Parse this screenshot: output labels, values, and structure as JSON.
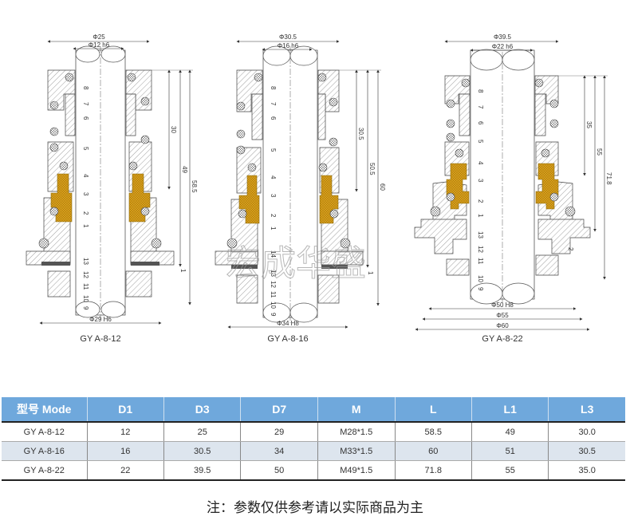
{
  "drawings": [
    {
      "caption": "GY A-8-12",
      "dims": {
        "top_outer": "Φ25",
        "top_shaft": "Φ12 h6",
        "bottom": "Φ29 H6",
        "h1": "30",
        "h2": "49",
        "h3": "58.5",
        "gap": "1"
      },
      "parts": [
        "8",
        "7",
        "6",
        "5",
        "4",
        "3",
        "2",
        "1",
        "13",
        "12",
        "11",
        "10",
        "9"
      ]
    },
    {
      "caption": "GY A-8-16",
      "dims": {
        "top_outer": "Φ30.5",
        "top_shaft": "Φ16 h6",
        "bottom": "Φ34 H8",
        "h1": "30.5",
        "h2": "50.5",
        "h3": "60",
        "gap": "1"
      },
      "parts": [
        "8",
        "7",
        "6",
        "5",
        "4",
        "3",
        "2",
        "1",
        "14",
        "13",
        "12",
        "11",
        "10",
        "9"
      ]
    },
    {
      "caption": "GY A-8-22",
      "dims": {
        "top_outer": "Φ39.5",
        "top_shaft": "Φ22 h6",
        "bottom1": "Φ50 H8",
        "bottom2": "Φ55",
        "bottom3": "Φ60",
        "h1": "35",
        "h2": "55",
        "h3": "71.8",
        "gap": "2"
      },
      "parts": [
        "8",
        "7",
        "6",
        "5",
        "4",
        "3",
        "2",
        "1",
        "13",
        "12",
        "11",
        "10",
        "9"
      ]
    }
  ],
  "watermark": "宏成华盛",
  "colors": {
    "header_bg": "#6fa8dc",
    "alt_row": "#dde5ee",
    "seal_face": "#d9a11a"
  },
  "table": {
    "headers": [
      "型号 Mode",
      "D1",
      "D3",
      "D7",
      "M",
      "L",
      "L1",
      "L3"
    ],
    "rows": [
      [
        "GY A-8-12",
        "12",
        "25",
        "29",
        "M28*1.5",
        "58.5",
        "49",
        "30.0"
      ],
      [
        "GY A-8-16",
        "16",
        "30.5",
        "34",
        "M33*1.5",
        "60",
        "51",
        "30.5"
      ],
      [
        "GY A-8-22",
        "22",
        "39.5",
        "50",
        "M49*1.5",
        "71.8",
        "55",
        "35.0"
      ]
    ]
  },
  "note": "注：参数仅供参考请以实际商品为主"
}
